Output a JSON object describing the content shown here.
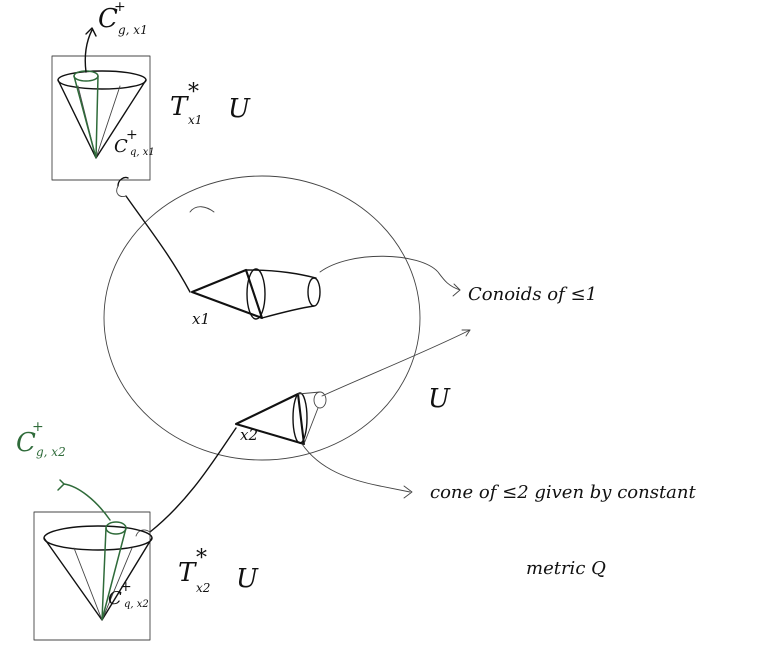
{
  "labels": {
    "c_top_outer": "C",
    "c_top_outer_sup": "+",
    "c_top_outer_sub": "g, x1",
    "t_top": "T",
    "t_top_sup": "*",
    "t_top_sub": "x1",
    "t_top_u": "U",
    "c_top_inner": "C",
    "c_top_inner_sup": "+",
    "c_top_inner_sub": "q, x1",
    "x1": "x1",
    "x2": "x2",
    "u": "U",
    "conoids_note": "Conoids of ≤1",
    "cone_note": "cone of ≤2 given by constant",
    "metric_note": "metric Q",
    "c_bottom_outer": "C",
    "c_bottom_outer_sup": "+",
    "c_bottom_outer_sub": "g, x2",
    "t_bottom": "T",
    "t_bottom_sup": "*",
    "t_bottom_sub": "x2",
    "t_bottom_u": "U",
    "c_bottom_inner": "C",
    "c_bottom_inner_sup": "+",
    "c_bottom_inner_sub": "q, x2"
  },
  "colors": {
    "ink": "#111111",
    "green_ink": "#2f6b3a",
    "paper": "#ffffff"
  }
}
